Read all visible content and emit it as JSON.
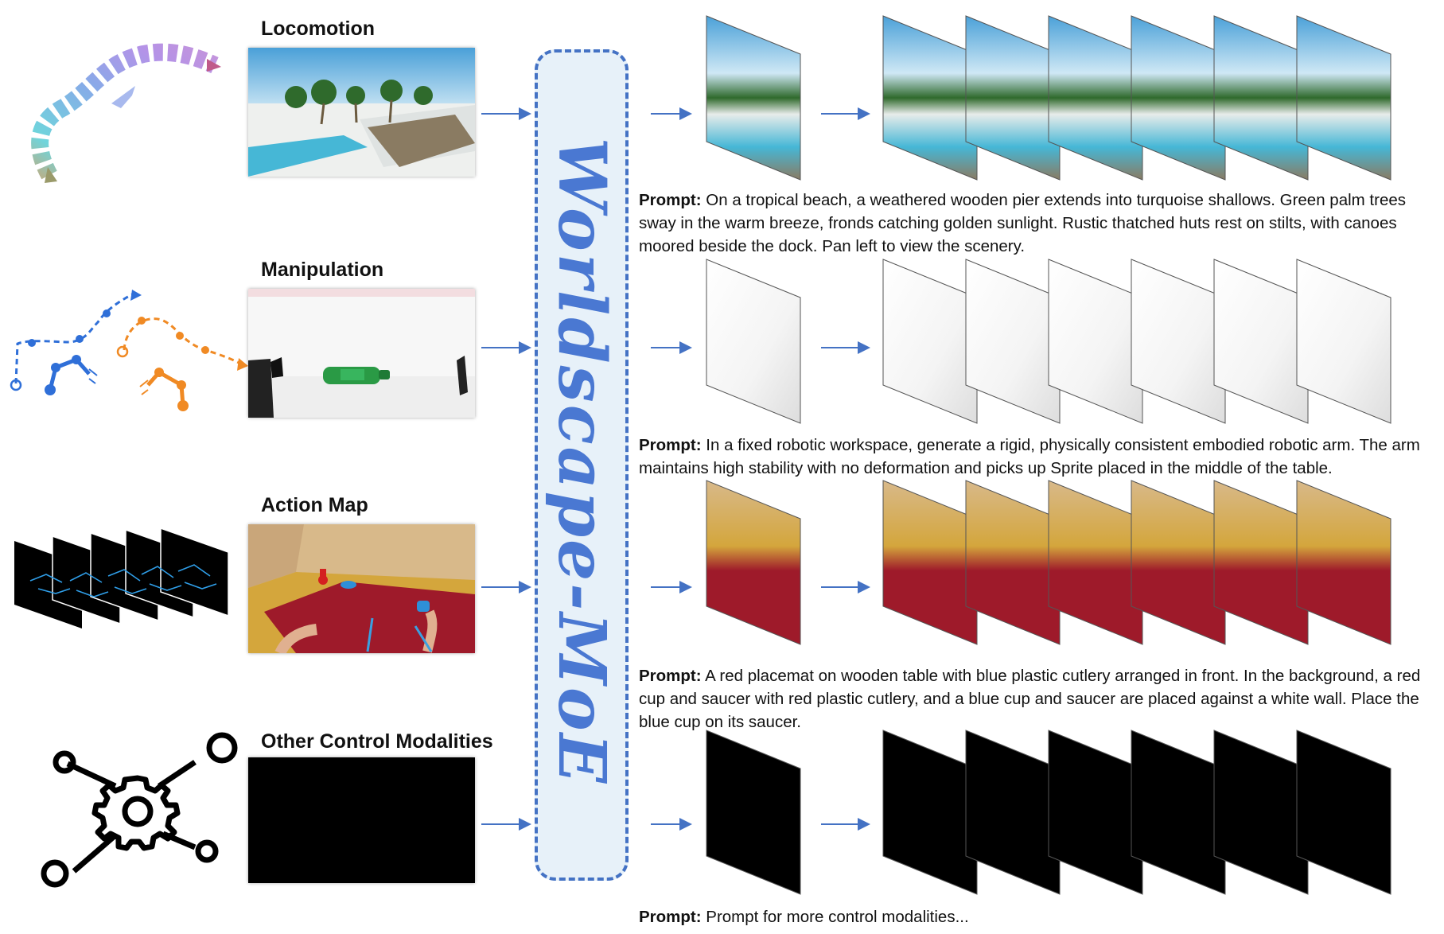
{
  "modalities": [
    {
      "label": "Locomotion",
      "prompt_tag": "Prompt:",
      "prompt": "On a tropical beach, a weathered wooden pier extends into turquoise shallows. Green palm trees sway in the warm breeze, fronds catching golden sunlight. Rustic thatched huts rest on stilts, with canoes moored beside the dock. Pan left to view the scenery."
    },
    {
      "label": "Manipulation",
      "prompt_tag": "Prompt:",
      "prompt": "In a fixed robotic workspace, generate a rigid, physically consistent embodied robotic arm. The arm maintains high stability with no deformation and picks up Sprite placed in the middle of the table."
    },
    {
      "label": "Action Map",
      "prompt_tag": "Prompt:",
      "prompt": "A red placemat on wooden table with blue plastic cutlery arranged in front. In the background, a red cup and saucer with red plastic cutlery, and a blue cup and saucer are placed against a white wall. Place the blue cup on its saucer."
    },
    {
      "label": "Other Control Modalities",
      "prompt_tag": "Prompt:",
      "prompt": "Prompt for more control modalities..."
    }
  ],
  "model": {
    "name": "Worldscape-MoE"
  },
  "colors": {
    "accent": "#4472c4",
    "moe_fill": "#e7f1f9",
    "traj_blue": "#2f6fd8",
    "traj_orange": "#f08a24"
  },
  "icons": [
    "camera-trajectory-icon",
    "robot-arm-trajectory-icon",
    "hand-pose-frames-icon",
    "control-hub-gear-icon"
  ]
}
